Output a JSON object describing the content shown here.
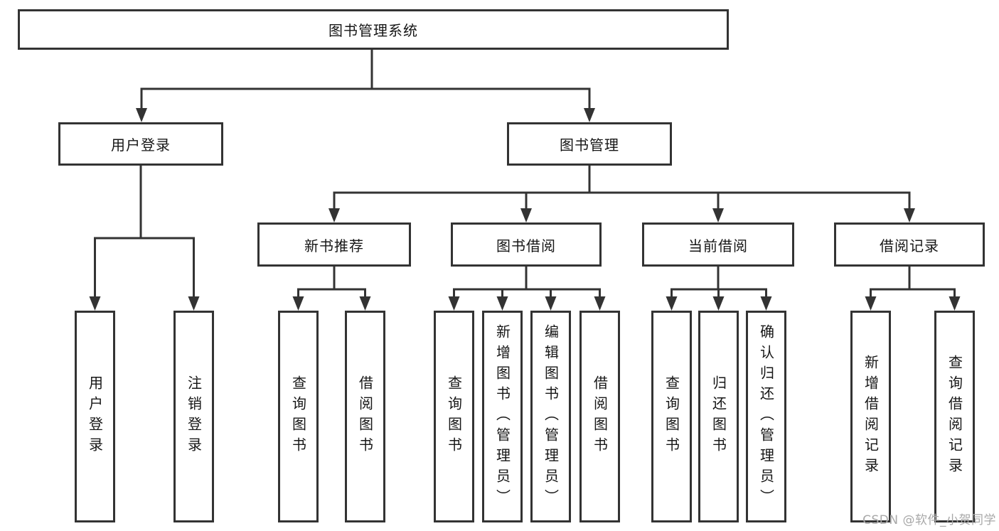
{
  "colors": {
    "line": "#333333",
    "box_border": "#333333",
    "box_fill": "#ffffff",
    "text": "#161616",
    "watermark": "#a8a8a8",
    "background": "#ffffff"
  },
  "watermark": {
    "text": "CSDN @软件_小贺同学"
  },
  "tree": {
    "root": {
      "label": "图书管理系统"
    },
    "branches": [
      {
        "label": "用户登录",
        "children": [
          {
            "label": "用户登录"
          },
          {
            "label": "注销登录"
          }
        ]
      },
      {
        "label": "图书管理",
        "children": [
          {
            "label": "新书推荐",
            "children": [
              {
                "label": "查询图书"
              },
              {
                "label": "借阅图书"
              }
            ]
          },
          {
            "label": "图书借阅",
            "children": [
              {
                "label": "查询图书"
              },
              {
                "label": "新增图书（管理员）"
              },
              {
                "label": "编辑图书（管理员）"
              },
              {
                "label": "借阅图书"
              }
            ]
          },
          {
            "label": "当前借阅",
            "children": [
              {
                "label": "查询图书"
              },
              {
                "label": "归还图书"
              },
              {
                "label": "确认归还（管理员）"
              }
            ]
          },
          {
            "label": "借阅记录",
            "children": [
              {
                "label": "新增借阅记录"
              },
              {
                "label": "查询借阅记录"
              }
            ]
          }
        ]
      }
    ]
  }
}
